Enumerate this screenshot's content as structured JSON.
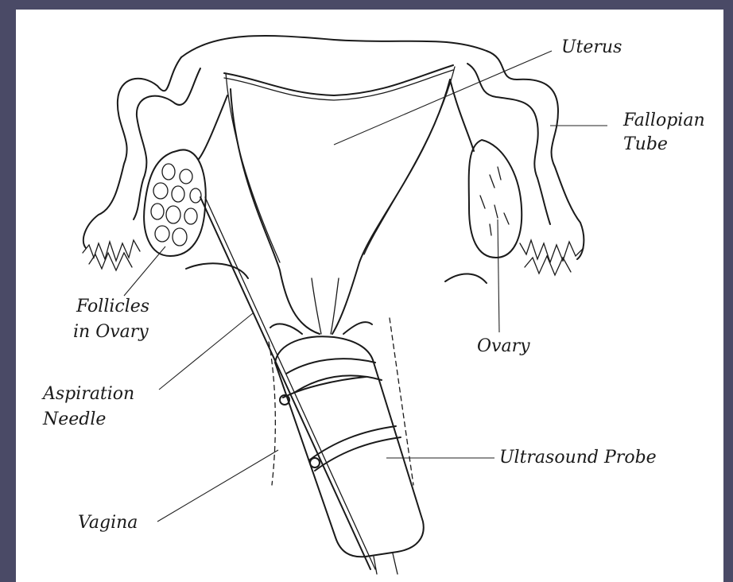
{
  "labels": {
    "uterus": "Uterus",
    "fallopian_line1": "Fallopian",
    "fallopian_line2": "Tube",
    "follicles_line1": "Follicles",
    "follicles_line2": "in Ovary",
    "ovary": "Ovary",
    "aspiration_line1": "Aspiration",
    "aspiration_line2": "Needle",
    "ultrasound": "Ultrasound Probe",
    "vagina": "Vagina"
  },
  "colors": {
    "frame": "#4a4a66",
    "paper": "#ffffff",
    "ink": "#1a1a1a"
  }
}
